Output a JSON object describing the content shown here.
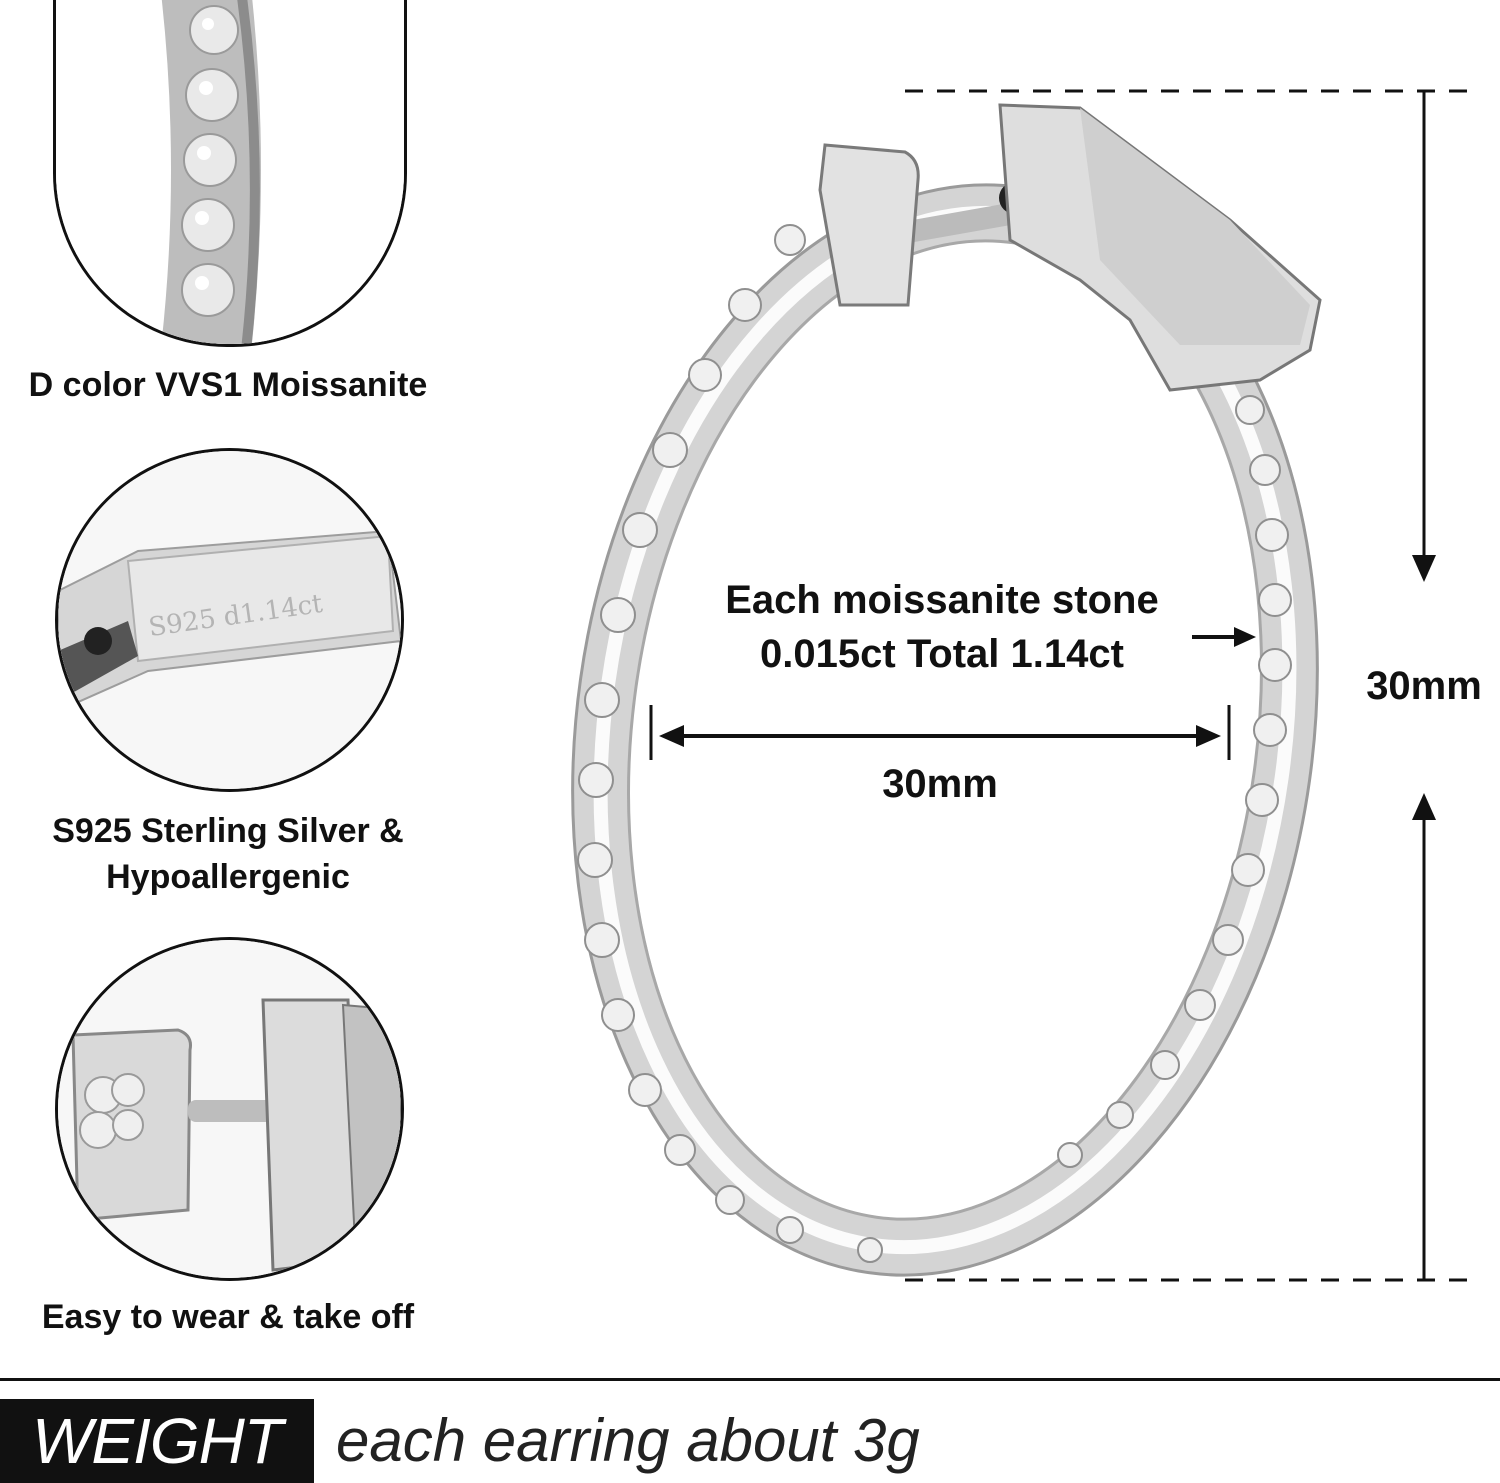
{
  "features": [
    {
      "caption": "D color VVS1 Moissanite",
      "icon": "moissanite-closeup-image"
    },
    {
      "caption_line1": "S925 Sterling Silver &",
      "caption_line2": "Hypoallergenic",
      "stamp": "S925 d1.14ct",
      "icon": "hallmark-closeup-image"
    },
    {
      "caption": "Easy to wear & take off",
      "icon": "clasp-closeup-image"
    }
  ],
  "dimensions": {
    "stone_line1": "Each moissanite stone",
    "stone_line2": "0.015ct Total 1.14ct",
    "width_label": "30mm",
    "height_label": "30mm"
  },
  "footer": {
    "label": "WEIGHT",
    "description": "each earring about 3g"
  },
  "colors": {
    "text": "#111111",
    "silver": "#c9c9c9",
    "background": "#ffffff"
  }
}
